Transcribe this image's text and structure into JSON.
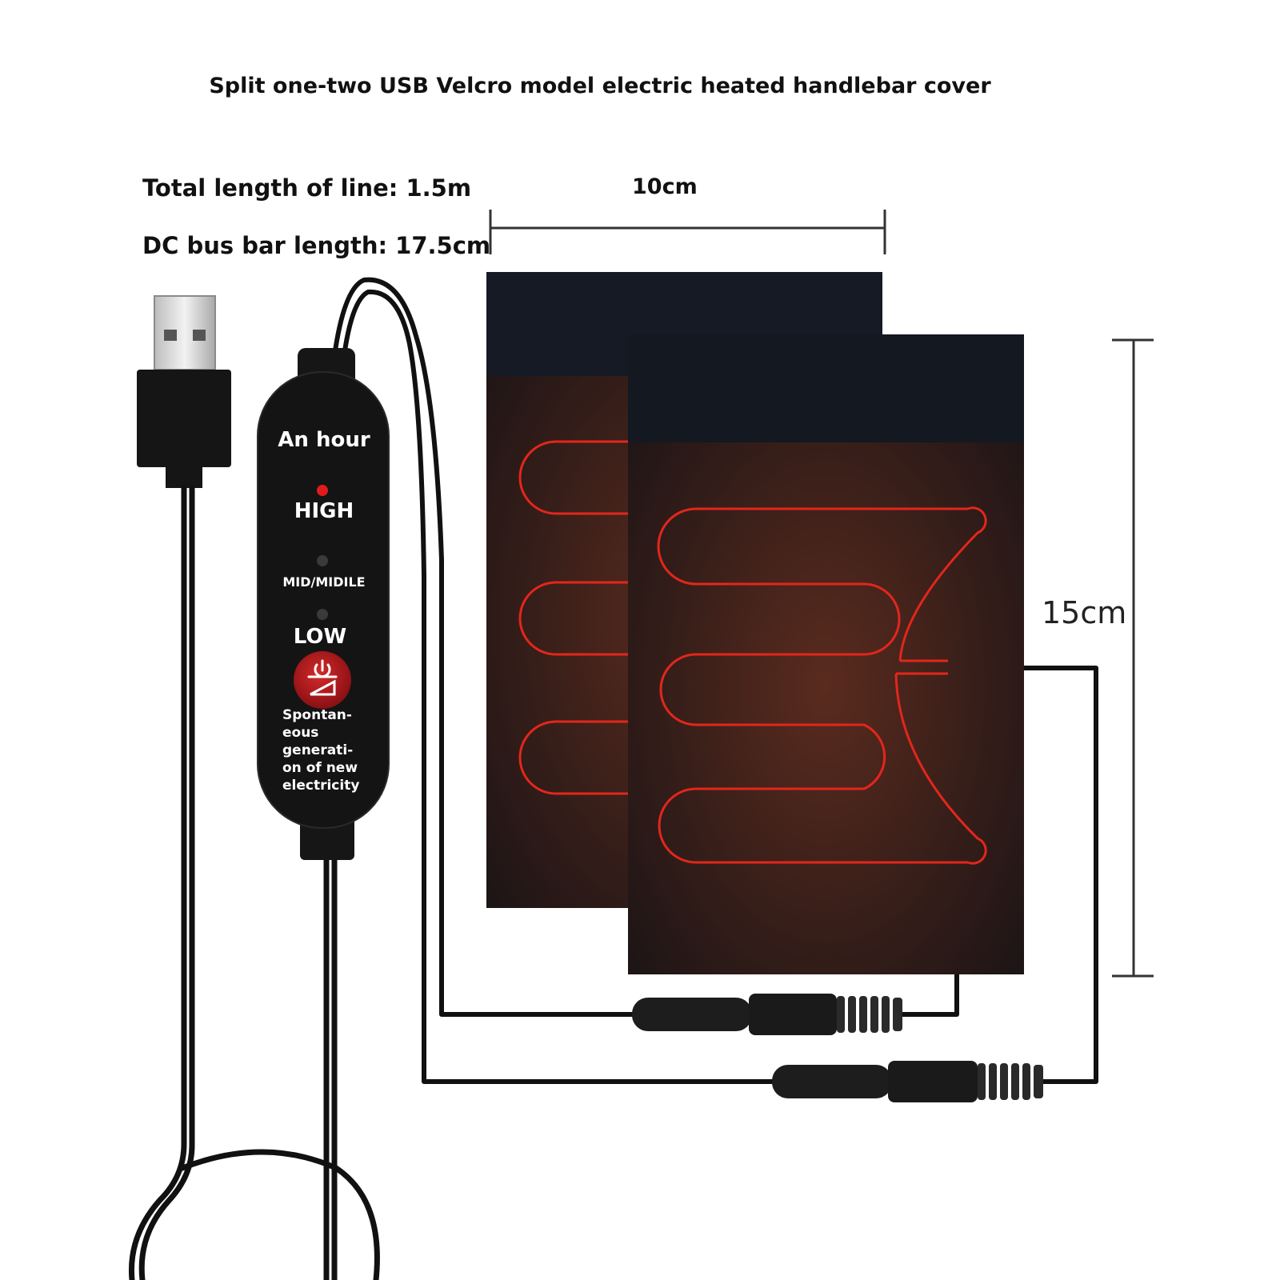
{
  "title": "Split one-two USB Velcro model electric heated handlebar cover",
  "specs": {
    "total_length": "Total length of line: 1.5m",
    "dc_bus_length": "DC bus bar length: 17.5cm"
  },
  "dimensions": {
    "width": "10cm",
    "height": "15cm"
  },
  "controller": {
    "timer": "An hour",
    "high": "HIGH",
    "mid": "MID/MIDILE",
    "low": "LOW",
    "note_lines": [
      "Spontan-",
      "eous",
      "generati-",
      "on of new",
      "electricity"
    ]
  },
  "colors": {
    "heating_wire": "#e3261b",
    "pad": "#2a1c1a",
    "velcro": "#141821",
    "cable": "#111111",
    "led_on": "#e11b1b",
    "power_button": "#b0171b"
  }
}
